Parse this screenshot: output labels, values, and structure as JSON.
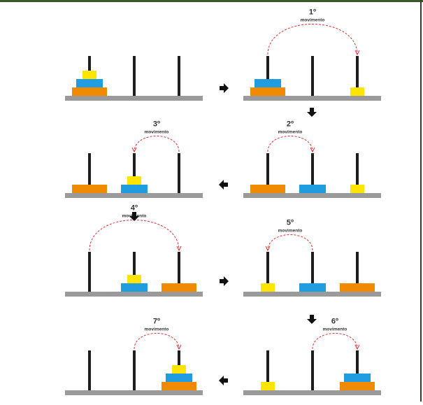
{
  "colors": {
    "base": "#9a9a9a",
    "peg": "#1e1e1e",
    "small_disk": "#ffe400",
    "medium_disk": "#1f9de0",
    "large_disk": "#f08a00",
    "arc": "#e03030",
    "arrow": "#111111"
  },
  "move_word": "movimento",
  "states": [
    {
      "name": "state-0",
      "pegs": [
        [
          "large",
          "medium",
          "small"
        ],
        [],
        []
      ]
    },
    {
      "name": "state-1",
      "pegs": [
        [
          "large",
          "medium"
        ],
        [],
        [
          "small"
        ]
      ]
    },
    {
      "name": "state-2",
      "pegs": [
        [
          "large"
        ],
        [
          "medium"
        ],
        [
          "small"
        ]
      ]
    },
    {
      "name": "state-3",
      "pegs": [
        [
          "large"
        ],
        [
          "medium",
          "small"
        ],
        []
      ]
    },
    {
      "name": "state-4",
      "pegs": [
        [],
        [
          "medium",
          "small"
        ],
        [
          "large"
        ]
      ]
    },
    {
      "name": "state-5",
      "pegs": [
        [
          "small"
        ],
        [
          "medium"
        ],
        [
          "large"
        ]
      ]
    },
    {
      "name": "state-6",
      "pegs": [
        [
          "small"
        ],
        [],
        [
          "large",
          "medium"
        ]
      ]
    },
    {
      "name": "state-7",
      "pegs": [
        [],
        [],
        [
          "large",
          "medium",
          "small"
        ]
      ]
    }
  ],
  "moves": [
    {
      "label": "1º",
      "from_peg": 1,
      "to_peg": 3
    },
    {
      "label": "2º",
      "from_peg": 1,
      "to_peg": 2
    },
    {
      "label": "3º",
      "from_peg": 3,
      "to_peg": 2
    },
    {
      "label": "4º",
      "from_peg": 1,
      "to_peg": 3
    },
    {
      "label": "5º",
      "from_peg": 2,
      "to_peg": 1
    },
    {
      "label": "6º",
      "from_peg": 2,
      "to_peg": 3
    },
    {
      "label": "7º",
      "from_peg": 2,
      "to_peg": 3
    }
  ],
  "flow_arrows": [
    "right",
    "down",
    "left",
    "down",
    "right",
    "down",
    "left"
  ]
}
